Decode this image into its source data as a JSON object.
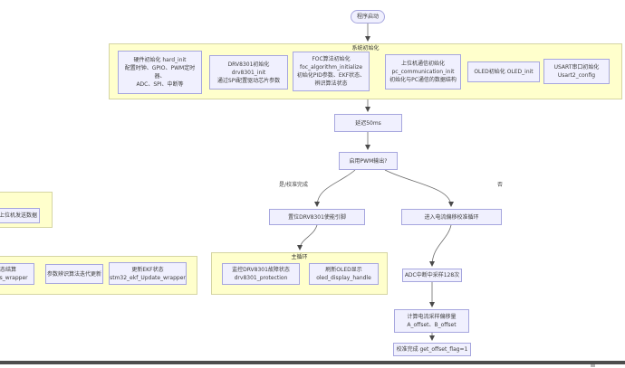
{
  "start_node": {
    "label": "程序启动"
  },
  "groups": {
    "sysinit": {
      "label": "系统初始化"
    },
    "mainloop": {
      "label": "主循环"
    }
  },
  "nodes": {
    "hw_init": {
      "text": "硬件初始化 hard_init\n配置时钟、GPIO、PWM定时\n器、\nADC、SPI、中断等"
    },
    "drv_init": {
      "text": "DRV8301初始化\ndrv8301_init\n通过SPI配置驱动芯片参数"
    },
    "foc_init": {
      "text": "FOC算法初始化\nfoc_algorithm_initialize\n初始化PID参数、EKF状态、\n辨识算法状态"
    },
    "pc_init": {
      "text": "上位机通信初始化\npc_communication_init\n初始化与PC通信的数据结构"
    },
    "oled_init": {
      "text": "OLED初始化 OLED_init"
    },
    "usart_init": {
      "text": "USART串口初始化\nUsart2_config"
    },
    "delay": {
      "text": "延迟50ms"
    },
    "pwm_decision": {
      "text": "启用PWM输出?"
    },
    "set_enable": {
      "text": "置位DRV8301使能引脚"
    },
    "enter_calib": {
      "text": "进入电流偏移校准循环"
    },
    "pc_send": {
      "text": "上位机发送数据"
    },
    "outputs_wrapper": {
      "text": "态结算\ntputs_wrapper"
    },
    "param_ident": {
      "text": "参数辨识算法迭代更新"
    },
    "ekf_update": {
      "text": "更新EKF状态\nstm32_ekf_Update_wrapper"
    },
    "drv_protect": {
      "text": "监控DRV8301故障状态\ndrv8301_protection"
    },
    "oled_refresh": {
      "text": "刷新OLED显示\noled_display_handle"
    },
    "adc_sample": {
      "text": "ADC中断中采样128次"
    },
    "calc_offset": {
      "text": "计算电流采样偏移量\nA_offset、B_offset"
    },
    "calib_done": {
      "text": "校准完成 get_offset_flag=1"
    }
  },
  "edge_labels": {
    "yes": "是/校准完成",
    "no": "否"
  },
  "colors": {
    "group_fill": "#ffffcc",
    "group_border": "#d5d5a3",
    "node_fill": "#f0f0fe",
    "node_border": "#a6a6de",
    "edge": "#6b6b6b",
    "bottom_bar": "#4d4d4d"
  }
}
